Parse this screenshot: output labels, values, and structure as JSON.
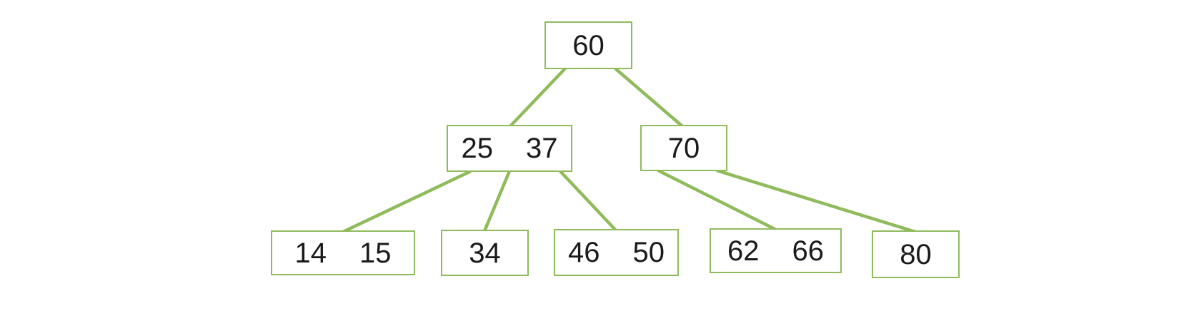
{
  "tree": {
    "type": "b-tree",
    "accent_color": "#8fbb5c",
    "text_color": "#1a1a1a",
    "nodes": [
      {
        "id": "60",
        "keys": [
          "60"
        ]
      },
      {
        "id": "25-37",
        "keys": [
          "25",
          "37"
        ]
      },
      {
        "id": "70",
        "keys": [
          "70"
        ]
      },
      {
        "id": "14-15",
        "keys": [
          "14",
          "15"
        ]
      },
      {
        "id": "34",
        "keys": [
          "34"
        ]
      },
      {
        "id": "46-50",
        "keys": [
          "46",
          "50"
        ]
      },
      {
        "id": "62-66",
        "keys": [
          "62",
          "66"
        ]
      },
      {
        "id": "80",
        "keys": [
          "80"
        ]
      }
    ],
    "edges": [
      {
        "from": "60",
        "to": "25-37"
      },
      {
        "from": "60",
        "to": "70"
      },
      {
        "from": "25-37",
        "to": "14-15"
      },
      {
        "from": "25-37",
        "to": "34"
      },
      {
        "from": "25-37",
        "to": "46-50"
      },
      {
        "from": "70",
        "to": "62-66"
      },
      {
        "from": "70",
        "to": "80"
      }
    ]
  }
}
